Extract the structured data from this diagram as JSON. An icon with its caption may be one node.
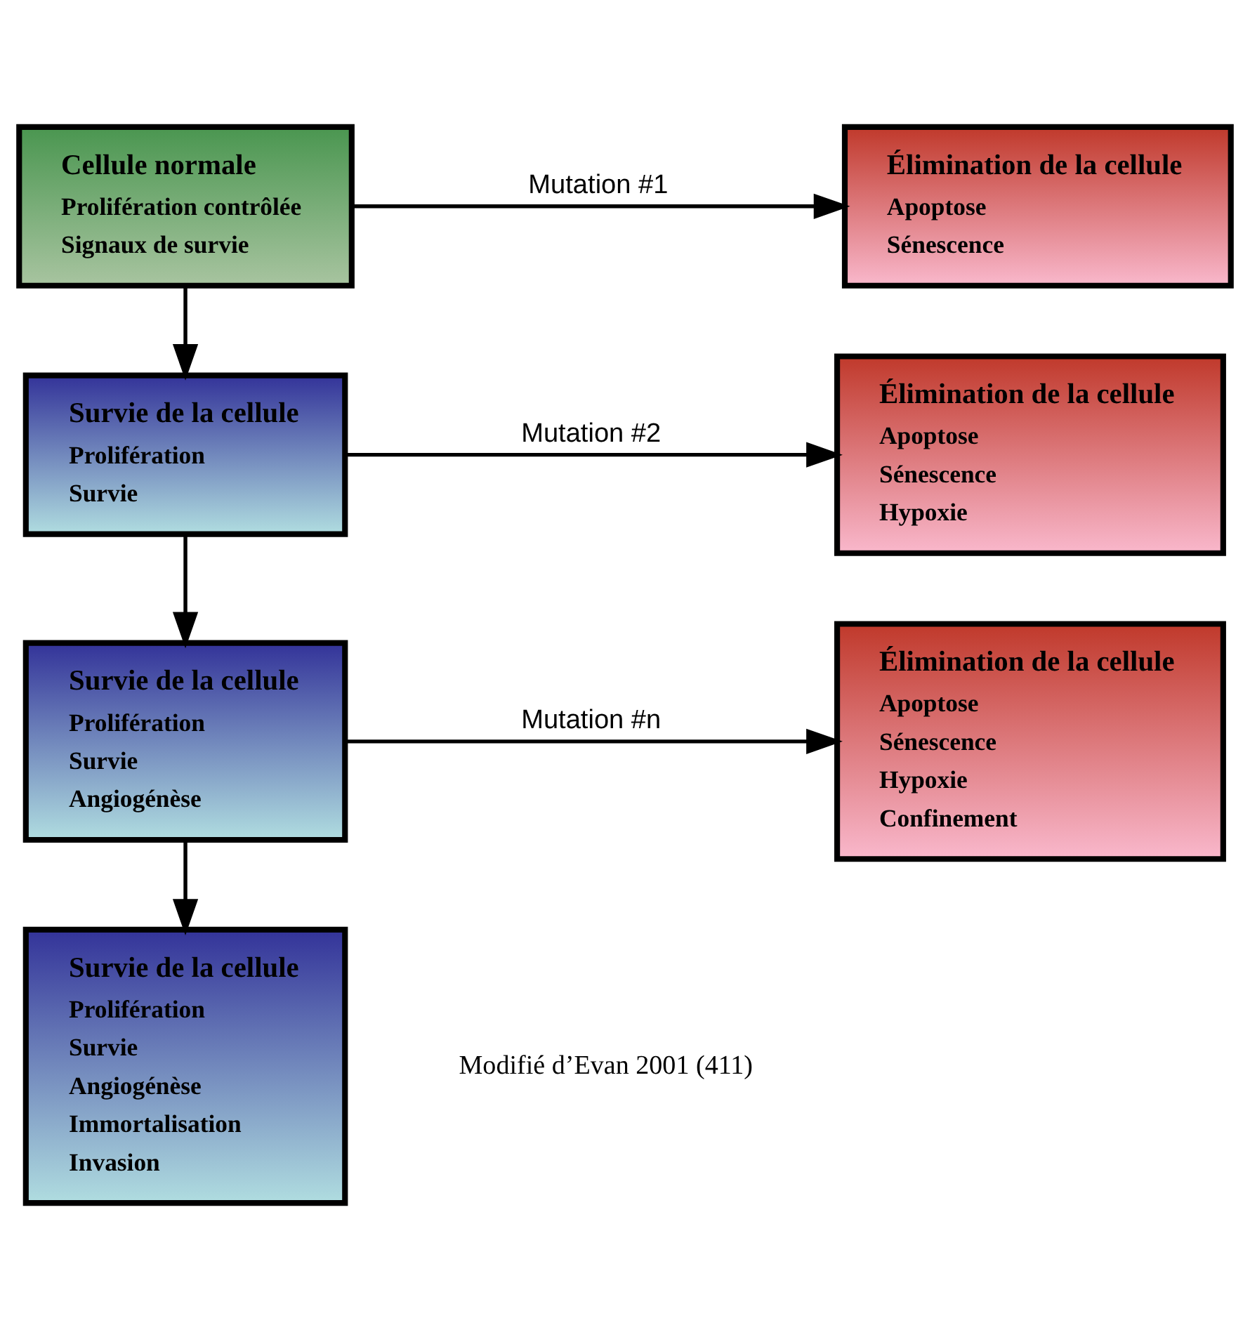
{
  "diagram": {
    "nodes": [
      {
        "text": [
          "Cellule normale",
          "Prolifération contrôlée",
          "Signaux de survie"
        ]
      },
      {
        "text": [
          "Élimination de la cellule",
          "Apoptose",
          "Sénescence"
        ]
      },
      {
        "text": [
          "Survie de la cellule",
          "Prolifération",
          "Survie"
        ]
      },
      {
        "text": [
          "Élimination de la cellule",
          "Apoptose",
          "Sénescence",
          "Hypoxie"
        ]
      },
      {
        "text": [
          "Survie de la cellule",
          "Prolifération",
          "Survie",
          "Angiogénèse"
        ]
      },
      {
        "text": [
          "Élimination de la cellule",
          "Apoptose",
          "Sénescence",
          "Hypoxie",
          "Confinement"
        ]
      },
      {
        "text": [
          "Survie de la cellule",
          "Prolifération",
          "Survie",
          "Angiogénèse",
          "Immortalisation",
          "Invasion"
        ]
      }
    ],
    "edges": [
      {
        "from": 0,
        "to": 1,
        "arrow": "to",
        "label": "Mutation #1"
      },
      {
        "from": 0,
        "to": 2,
        "arrow": "to"
      },
      {
        "from": 2,
        "to": 3,
        "arrow": "to",
        "label": "Mutation #2"
      },
      {
        "from": 2,
        "to": 4,
        "arrow": "to"
      },
      {
        "from": 4,
        "to": 5,
        "arrow": "to",
        "label": "Mutation #n"
      },
      {
        "from": 4,
        "to": 6,
        "arrow": "to"
      }
    ],
    "labels": [
      "Modifié d’Evan 2001 (411)"
    ]
  }
}
